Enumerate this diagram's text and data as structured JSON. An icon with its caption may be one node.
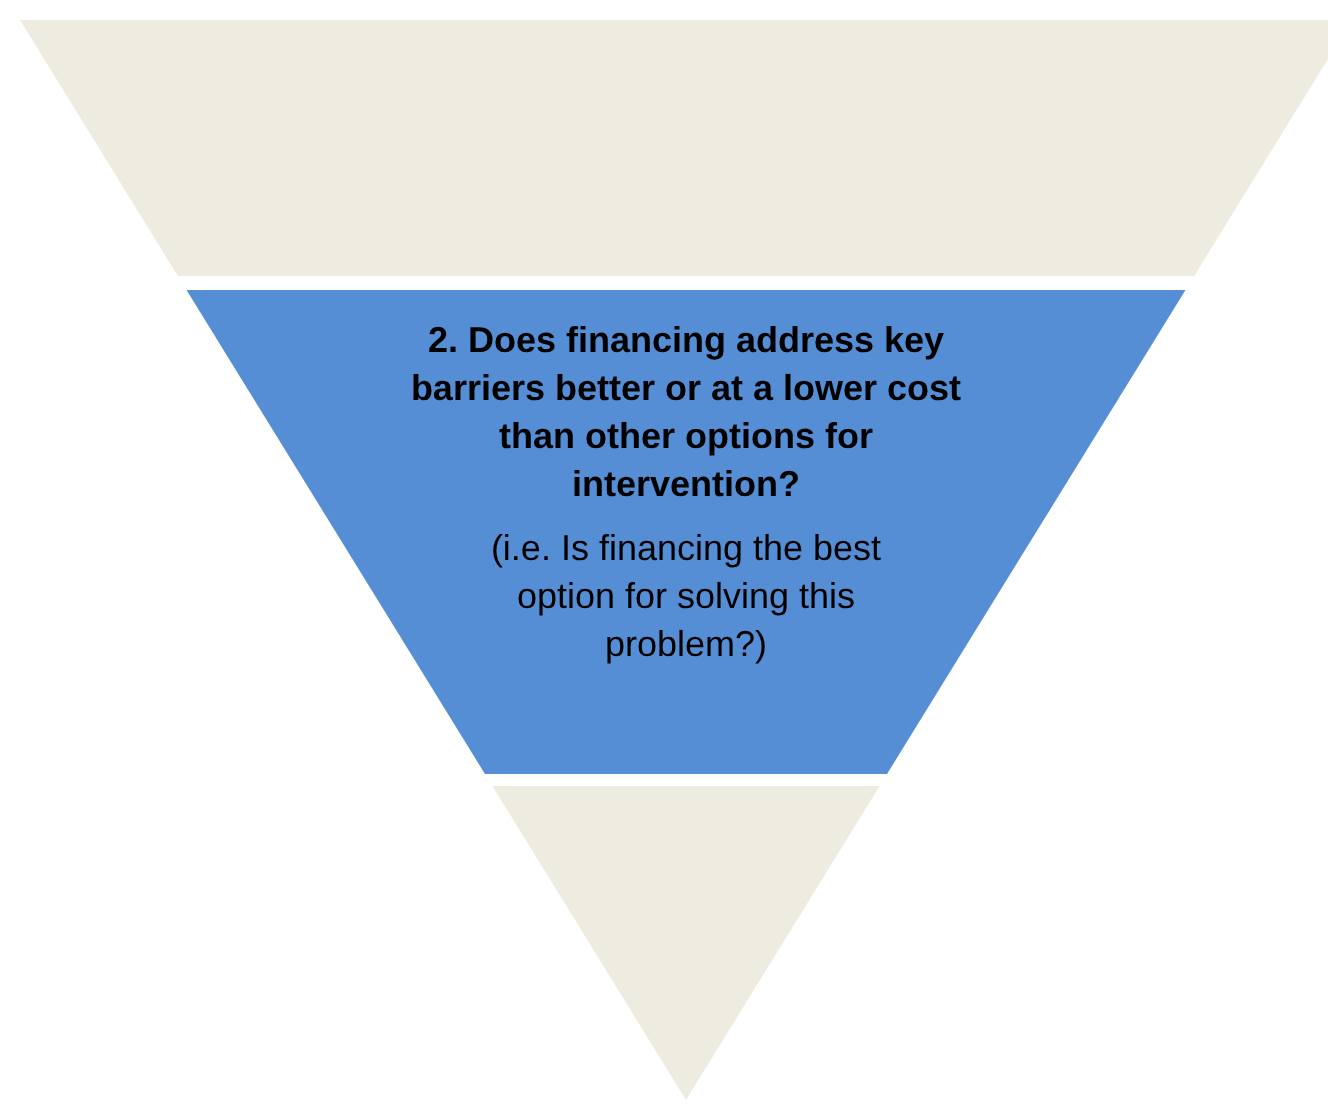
{
  "diagram": {
    "nodes": [
      {
        "text": [],
        "shape": "trapezoid"
      },
      {
        "text": [
          "2. Does financing address key barriers better or at a lower cost than other options for intervention?",
          "(i.e. Is financing the best option for solving this problem?)"
        ]
      },
      {
        "text": [],
        "shape": "triangle"
      }
    ]
  }
}
